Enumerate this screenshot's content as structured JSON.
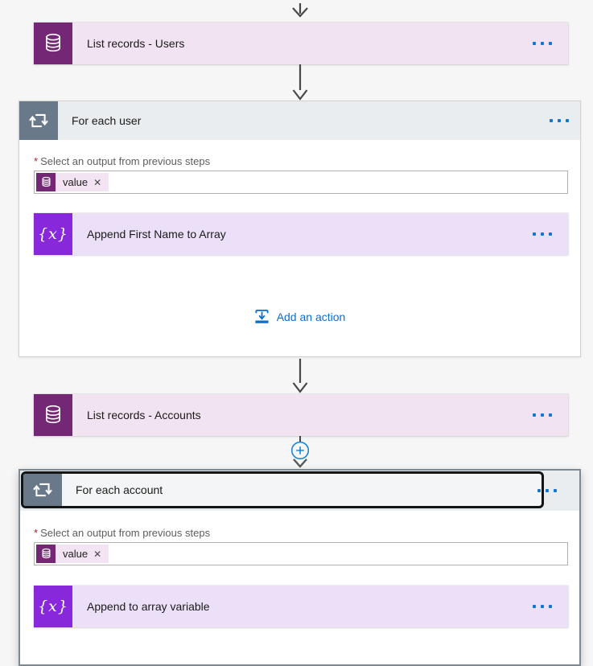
{
  "canvas": {
    "kind": "flow-designer"
  },
  "colors": {
    "canvas_bg": "#f6f6f6",
    "dataverse_purple": "#742774",
    "dataverse_card_bg": "#f1e3f1",
    "variables_purple": "#8729da",
    "variables_card_bg": "#ece0f8",
    "scope_header_bg": "#e9edf0",
    "scope_icon_bg": "#69798a",
    "accent_blue": "#1176d1",
    "arrow_gray": "#474747",
    "required_red": "#a4262c",
    "selection_outline": "#141414"
  },
  "nodes": {
    "list_users": {
      "title": "List records - Users",
      "icon": "dataverse-database-icon"
    },
    "for_each_user": {
      "title": "For each user",
      "icon": "apply-to-each-loop-icon",
      "required_mark": "*",
      "param_label": "Select an output from previous steps",
      "token": {
        "label": "value",
        "remove": "✕",
        "icon": "dataverse-database-icon"
      },
      "add_action_label": "Add an action"
    },
    "append_first_name": {
      "title": "Append First Name to Array",
      "icon_glyph": "{x}"
    },
    "list_accounts": {
      "title": "List records - Accounts",
      "icon": "dataverse-database-icon"
    },
    "for_each_account": {
      "title": "For each account",
      "icon": "apply-to-each-loop-icon",
      "required_mark": "*",
      "param_label": "Select an output from previous steps",
      "token": {
        "label": "value",
        "remove": "✕",
        "icon": "dataverse-database-icon"
      },
      "selected": true
    },
    "append_to_array": {
      "title": "Append to array variable",
      "icon_glyph": "{x}"
    }
  }
}
